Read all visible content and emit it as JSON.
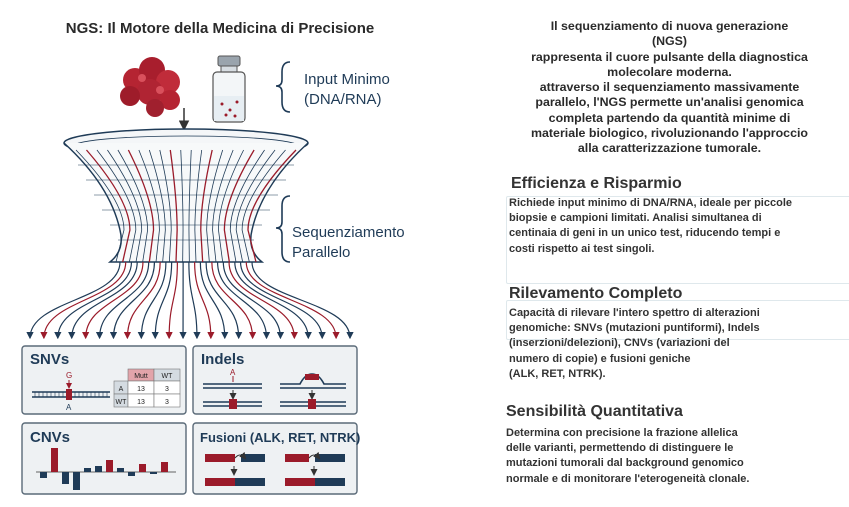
{
  "figure": {
    "title": "NGS: Il Motore della Medicina di Precisione",
    "input_label": [
      "Input Minimo",
      "(DNA/RNA)"
    ],
    "seq_label": [
      "Sequenziamento",
      "Parallelo"
    ],
    "panels": {
      "snvs": "SNVs",
      "indels": "Indels",
      "cnvs": "CNVs",
      "fusions": "Fusioni (ALK, RET, NTRK)"
    },
    "snv_ref_base": "G",
    "snv_alt_base": "A",
    "indel_base": "A",
    "snv_table": {
      "headers": [
        "Mutt",
        "WT"
      ],
      "rows": [
        {
          "label": "A",
          "mutt": "13",
          "wt": "3"
        },
        {
          "label": "WT",
          "mutt": "13",
          "wt": "3"
        }
      ]
    }
  },
  "intro_lines": [
    "Il sequenziamento di nuova generazione",
    "(NGS)",
    "rappresenta il cuore pulsante della diagnostica",
    "molecolare moderna.",
    "attraverso il sequenziamento massivamente",
    "parallelo, l'NGS permette un'analisi genomica",
    "completa partendo da quantità minime di",
    "materiale biologico, rivoluzionando l'approccio",
    "alla caratterizzazione tumorale."
  ],
  "sections": [
    {
      "title": "Efficienza e Risparmio",
      "lines": [
        "Richiede input minimo di DNA/RNA, ideale per piccole",
        "biopsie e campioni limitati. Analisi simultanea di",
        "centinaia di geni in un unico test, riducendo tempi e",
        "costi rispetto ai test singoli."
      ]
    },
    {
      "title": "Rilevamento Completo",
      "lines": [
        "Capacità di rilevare l'intero spettro di alterazioni",
        "genomiche: SNVs (mutazioni puntiformi), Indels",
        "(inserzioni/delezioni), CNVs (variazioni del",
        "numero di copie) e fusioni geniche",
        "(ALK, RET, NTRK)."
      ]
    },
    {
      "title": "Sensibilità Quantitativa",
      "lines": [
        "Determina con precisione la frazione allelica",
        "delle varianti, permettendo di distinguere le",
        "mutazioni tumorali dal background genomico",
        "normale e di monitorare l'eterogeneità clonale."
      ]
    }
  ],
  "colors": {
    "red": "#9b1b2a",
    "navy": "#1f3b57",
    "grey_panel": "#eef1f3",
    "panel_border": "#5a6a78"
  }
}
